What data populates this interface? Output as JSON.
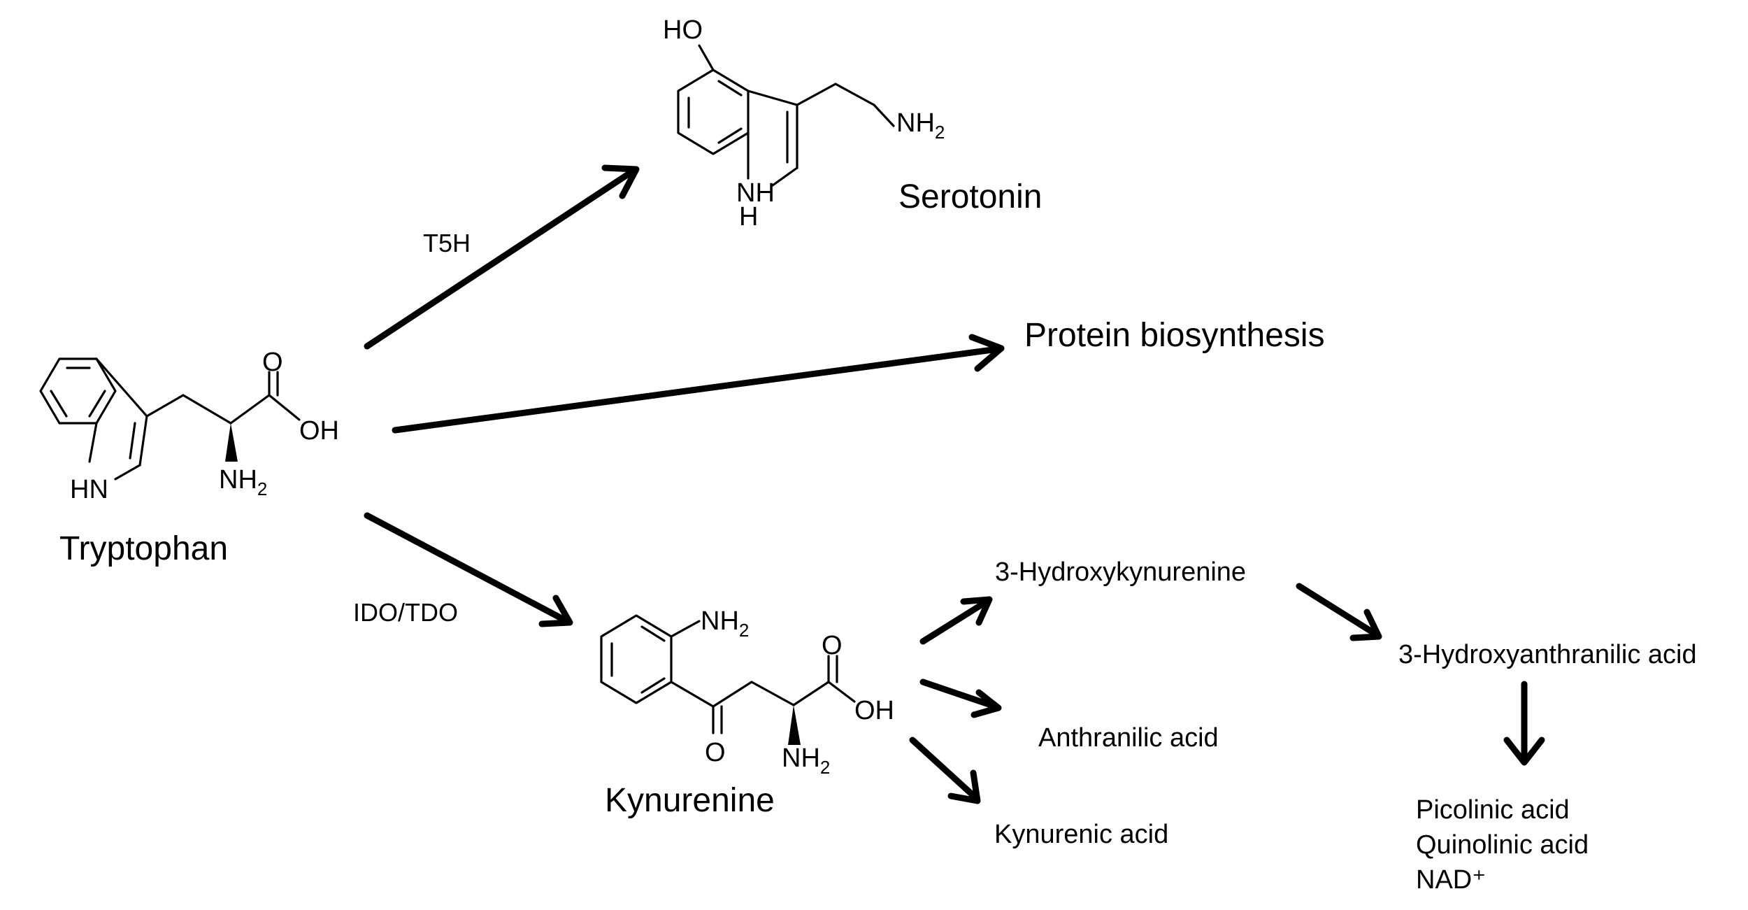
{
  "compounds": {
    "tryptophan": "Tryptophan",
    "serotonin": "Serotonin",
    "kynurenine": "Kynurenine"
  },
  "pathways": {
    "protein": "Protein biosynthesis"
  },
  "enzymes": {
    "t5h": "T5H",
    "ido_tdo": "IDO/TDO"
  },
  "metabolites": {
    "hydroxykynurenine": "3-Hydroxykynurenine",
    "anthranilic": "Anthranilic acid",
    "kynurenic": "Kynurenic acid",
    "hydroxyanthranilic": "3-Hydroxyanthranilic acid",
    "final_products": [
      "Picolinic acid",
      "Quinolinic acid",
      "NAD⁺"
    ]
  },
  "atoms": {
    "ho": "HO",
    "nh": "NH",
    "hn": "HN",
    "h": "H",
    "o": "O",
    "oh": "OH",
    "nh2_main": "NH",
    "nh2_sub": "2"
  }
}
